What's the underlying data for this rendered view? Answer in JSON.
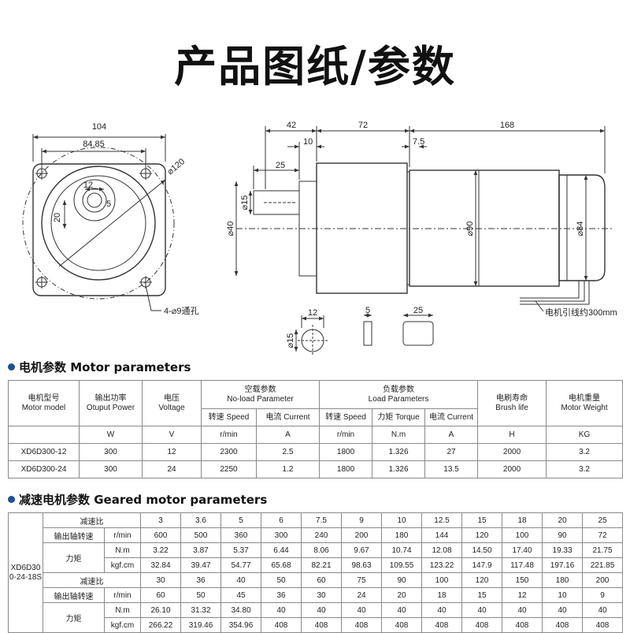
{
  "page_title": "产品图纸/参数",
  "drawing": {
    "front": {
      "dim_104": "104",
      "dim_8485": "84.85",
      "dim_12": "12",
      "dim_5": "5",
      "dim_20": "20",
      "dim_120": "⌀120",
      "holes": "4-⌀9通孔"
    },
    "side": {
      "dim_42": "42",
      "dim_72": "72",
      "dim_168": "168",
      "dim_10": "10",
      "dim_75": "7.5",
      "dim_25": "25",
      "dim_40": "⌀40",
      "dim_15": "⌀15",
      "dim_90": "⌀90",
      "dim_84": "⌀84",
      "lead": "电机引线约300mm"
    },
    "detail": {
      "dim_12": "12",
      "dim_15": "⌀15",
      "dim_5": "5",
      "dim_25": "25"
    }
  },
  "motor_section": {
    "title": "电机参数 Motor parameters"
  },
  "motor_table": {
    "h_model_cn": "电机型号",
    "h_model_en": "Motor model",
    "h_power_cn": "输出功率",
    "h_power_en": "Otuput Power",
    "h_voltage_cn": "电压",
    "h_voltage_en": "Voltage",
    "h_noload_cn": "空载参数",
    "h_noload_en": "No-load Parameter",
    "h_load_cn": "负载参数",
    "h_load_en": "Load Parameters",
    "h_brush_cn": "电刷寿命",
    "h_brush_en": "Brush life",
    "h_weight_cn": "电机重量",
    "h_weight_en": "Motor Weight",
    "h_speed1": "转速 Speed",
    "h_current1": "电流 Current",
    "h_speed2": "转速 Speed",
    "h_torque": "力矩 Torque",
    "h_current2": "电流 Current",
    "units": [
      "W",
      "V",
      "r/min",
      "A",
      "r/min",
      "N.m",
      "A",
      "H",
      "KG"
    ],
    "rows": [
      [
        "XD6D300-12",
        "300",
        "12",
        "2300",
        "2.5",
        "1800",
        "1.326",
        "27",
        "2000",
        "3.2"
      ],
      [
        "XD6D300-24",
        "300",
        "24",
        "2250",
        "1.2",
        "1800",
        "1.326",
        "13.5",
        "2000",
        "3.2"
      ]
    ]
  },
  "geared_section": {
    "title": "减速电机参数 Geared motor parameters"
  },
  "geared_table": {
    "model": "XD6D300-24-18S",
    "ratio_label": "减速比",
    "speed_label": "输出轴转速",
    "speed_unit": "r/min",
    "torque_label": "力矩",
    "nm_unit": "N.m",
    "kgf_unit": "kgf.cm",
    "part1": {
      "ratio": [
        "3",
        "3.6",
        "5",
        "6",
        "7.5",
        "9",
        "10",
        "12.5",
        "15",
        "18",
        "20",
        "25"
      ],
      "speed": [
        "600",
        "500",
        "360",
        "300",
        "240",
        "200",
        "180",
        "144",
        "120",
        "100",
        "90",
        "72"
      ],
      "nm": [
        "3.22",
        "3.87",
        "5.37",
        "6.44",
        "8.06",
        "9.67",
        "10.74",
        "12.08",
        "14.50",
        "17.40",
        "19.33",
        "21.75"
      ],
      "kgf": [
        "32.84",
        "39.47",
        "54.77",
        "65.68",
        "82.21",
        "98.63",
        "109.55",
        "123.22",
        "147.9",
        "117.48",
        "197.16",
        "221.85"
      ]
    },
    "part2": {
      "ratio": [
        "30",
        "36",
        "40",
        "50",
        "60",
        "75",
        "90",
        "100",
        "120",
        "150",
        "180",
        "200"
      ],
      "speed": [
        "60",
        "50",
        "45",
        "36",
        "30",
        "24",
        "20",
        "18",
        "15",
        "12",
        "10",
        "9"
      ],
      "nm": [
        "26.10",
        "31.32",
        "34.80",
        "40",
        "40",
        "40",
        "40",
        "40",
        "40",
        "40",
        "40",
        "40"
      ],
      "kgf": [
        "266.22",
        "319.46",
        "354.96",
        "408",
        "408",
        "408",
        "408",
        "408",
        "408",
        "408",
        "408",
        "408"
      ]
    }
  }
}
